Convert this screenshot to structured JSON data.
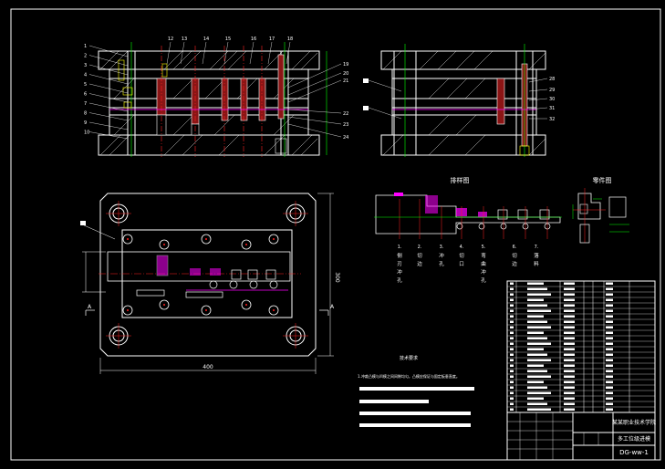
{
  "drawing": {
    "drawing_number": "DG-ww-1",
    "layout_caption": "排样图",
    "part_caption": "零件图",
    "tech_requirements_title": "技术要求",
    "tech_requirement_line": "1.冲裁凸模与凹模之间间隙均匀，凸模应保证与固定板垂直度。"
  },
  "callouts_left": [
    "1",
    "2",
    "3",
    "4",
    "5",
    "6",
    "7",
    "8",
    "9",
    "10"
  ],
  "callouts_top": [
    "12",
    "13",
    "14",
    "15",
    "16",
    "17",
    "18"
  ],
  "callouts_right": [
    "19",
    "20",
    "21",
    "22",
    "23",
    "24"
  ],
  "callouts_side_right": [
    "28",
    "29",
    "30",
    "31",
    "32"
  ],
  "strip_steps": [
    {
      "num": "1.",
      "text": "侧刃冲孔"
    },
    {
      "num": "2.",
      "text": "切边"
    },
    {
      "num": "3.",
      "text": "冲孔"
    },
    {
      "num": "4.",
      "text": "切口"
    },
    {
      "num": "5.",
      "text": "弯曲冲孔"
    },
    {
      "num": "6.",
      "text": "切边"
    },
    {
      "num": "7.",
      "text": "落料"
    }
  ],
  "dimensions": {
    "overall_width": "400",
    "overall_height": "300",
    "side_label": "A"
  },
  "title_block": {
    "school": "某某职业技术学院",
    "drawing_name": "多工位级进模",
    "drawing_number": "DG-ww-1"
  },
  "colors": {
    "background": "#000000",
    "line_white": "#ffffff",
    "line_green": "#00ff00",
    "accent_magenta": "#ff00ff",
    "center_red": "#ff2020",
    "hidden_yellow": "#ffff00",
    "cyan": "#00ffff"
  }
}
